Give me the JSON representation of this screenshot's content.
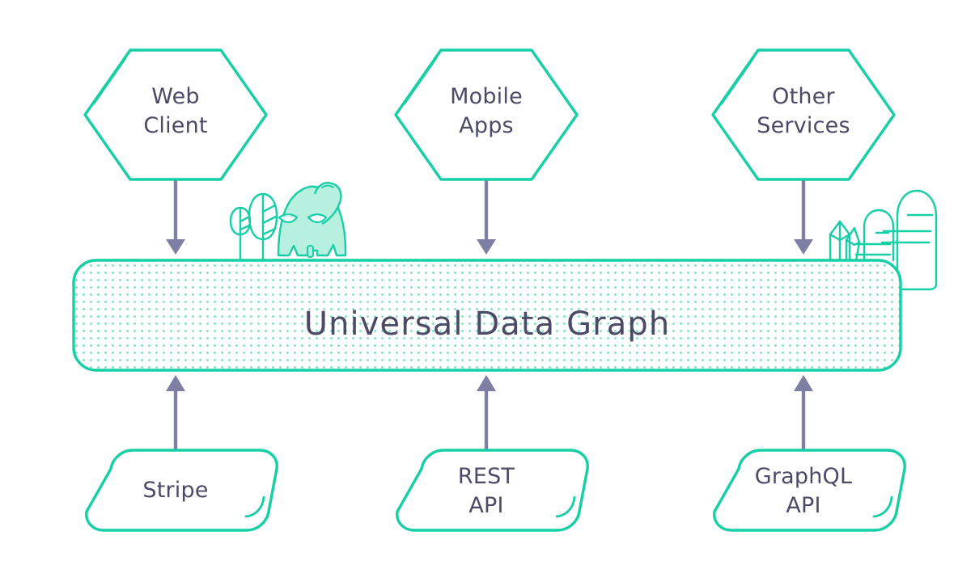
{
  "diagram": {
    "title": "Universal Data Graph",
    "type": "architecture-layer-diagram",
    "background": "#ffffff",
    "colors": {
      "accent_teal": "#16cfa6",
      "accent_teal_dark": "#12c39c",
      "mascot_fill": "#b8f0e0",
      "dot_pattern": "#7fe3c8",
      "text_dark": "#4b4b68",
      "arrow_purple": "#7f7fa6"
    },
    "band": {
      "label": "Universal Data Graph",
      "fill_pattern": "dotted",
      "border_color": "#16cfa6"
    },
    "consumers": [
      {
        "id": "web-client",
        "label_line1": "Web",
        "label_line2": "Client",
        "shape": "hexagon"
      },
      {
        "id": "mobile-apps",
        "label_line1": "Mobile",
        "label_line2": "Apps",
        "shape": "hexagon"
      },
      {
        "id": "other-services",
        "label_line1": "Other",
        "label_line2": "Services",
        "shape": "hexagon"
      }
    ],
    "sources": [
      {
        "id": "stripe",
        "label_line1": "Stripe",
        "label_line2": "",
        "shape": "skewed-rounded-rect"
      },
      {
        "id": "rest-api",
        "label_line1": "REST",
        "label_line2": "API",
        "shape": "skewed-rounded-rect"
      },
      {
        "id": "graphql-api",
        "label_line1": "GraphQL",
        "label_line2": "API",
        "shape": "skewed-rounded-rect"
      }
    ],
    "connectors": [
      {
        "id": "web-client-to-band",
        "from": "web-client",
        "to": "band",
        "direction": "down"
      },
      {
        "id": "mobile-apps-to-band",
        "from": "mobile-apps",
        "to": "band",
        "direction": "down"
      },
      {
        "id": "other-services-to-band",
        "from": "other-services",
        "to": "band",
        "direction": "down"
      },
      {
        "id": "stripe-to-band",
        "from": "stripe",
        "to": "band",
        "direction": "up"
      },
      {
        "id": "rest-api-to-band",
        "from": "rest-api",
        "to": "band",
        "direction": "up"
      },
      {
        "id": "graphql-api-to-band",
        "from": "graphql-api",
        "to": "band",
        "direction": "up"
      }
    ],
    "decorations": [
      {
        "id": "mascot-ghost",
        "name": "ghost-mascot-illustration"
      },
      {
        "id": "trees-left",
        "name": "tree-illustration"
      },
      {
        "id": "crystals-right",
        "name": "crystal-illustration"
      },
      {
        "id": "rocks-right",
        "name": "rock-formation-illustration"
      }
    ]
  }
}
